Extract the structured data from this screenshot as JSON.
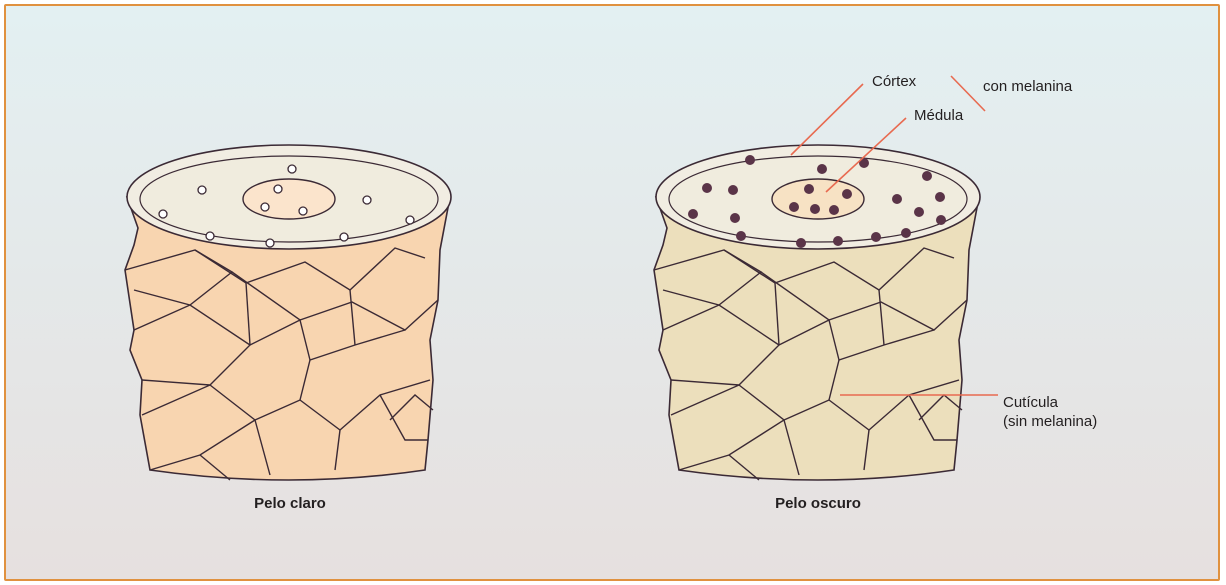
{
  "figure": {
    "light_hair": {
      "caption": "Pelo claro"
    },
    "dark_hair": {
      "caption": "Pelo oscuro"
    },
    "labels": {
      "cortex": "Córtex",
      "medulla": "Médula",
      "with_melanin": "con melanina",
      "cuticle_line1": "Cutícula",
      "cuticle_line2": "(sin melanina)"
    }
  },
  "colors": {
    "background_top": "#e3f0f2",
    "background_bottom": "#e6e0df",
    "frame": "#e0913f",
    "light_hair_fill": "#f8d5b0",
    "dark_hair_fill": "#ecdfbc",
    "cortex_top": "#f1ede2",
    "medulla_light": "#fbe4cc",
    "medulla_dark": "#f7e2c4",
    "outline": "#3b2a35",
    "melanin": "#5a3448",
    "leader": "#e86a50"
  }
}
